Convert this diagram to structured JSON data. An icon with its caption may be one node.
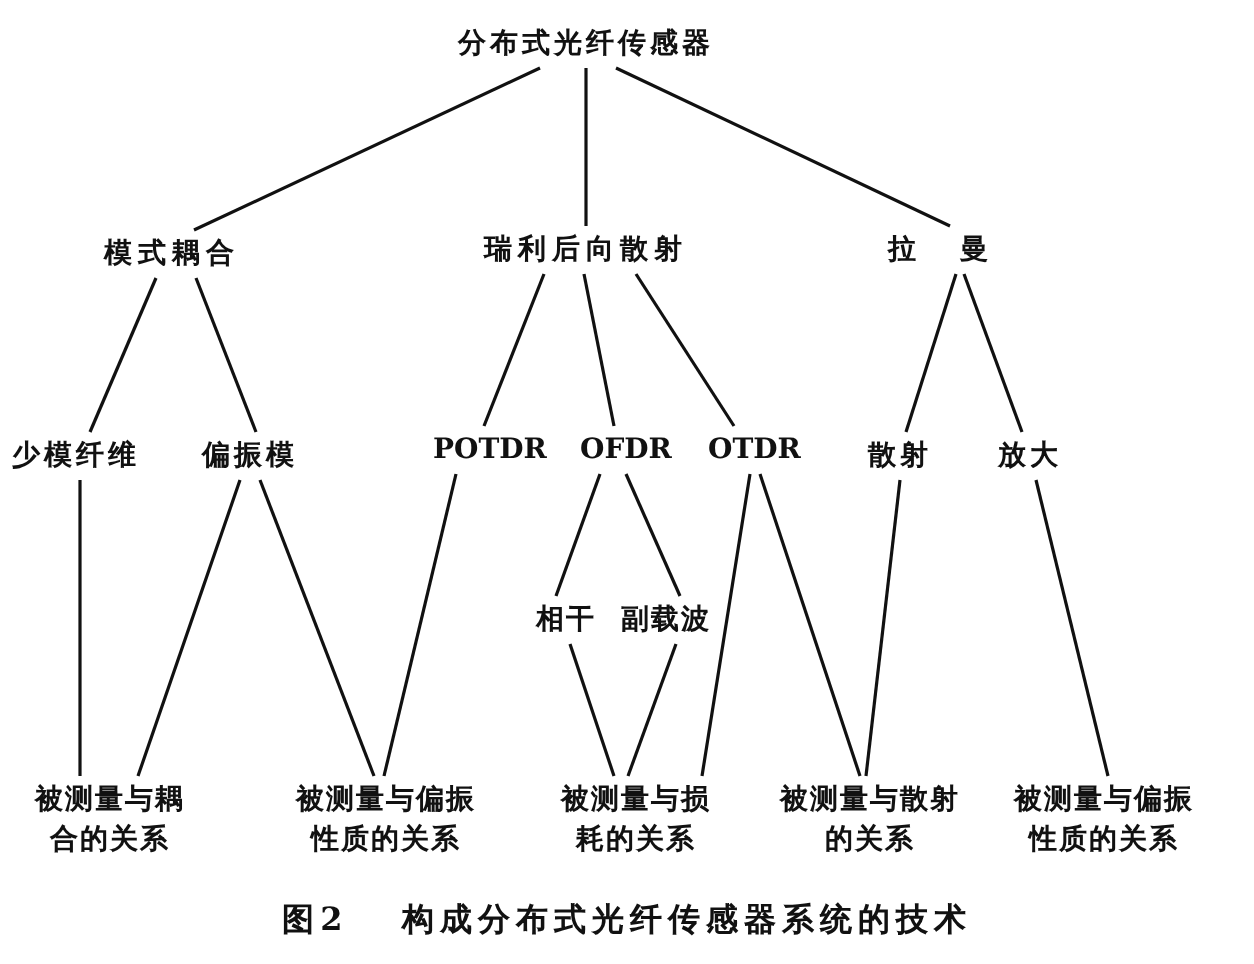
{
  "diagram": {
    "caption": "图2 构成分布式光纤传感器系统的技术",
    "nodes": [
      {
        "text": [
          "分布式光纤传感器"
        ]
      },
      {
        "text": [
          "模式耦合"
        ]
      },
      {
        "text": [
          "瑞利后向散射"
        ]
      },
      {
        "text": [
          "拉曼"
        ]
      },
      {
        "text": [
          "少模纤维"
        ]
      },
      {
        "text": [
          "偏振模"
        ]
      },
      {
        "text": [
          "POTDR"
        ]
      },
      {
        "text": [
          "OFDR"
        ]
      },
      {
        "text": [
          "OTDR"
        ]
      },
      {
        "text": [
          "散射"
        ]
      },
      {
        "text": [
          "放大"
        ]
      },
      {
        "text": [
          "相干"
        ]
      },
      {
        "text": [
          "副载波"
        ]
      },
      {
        "text": [
          "被测量与耦合的关系"
        ]
      },
      {
        "text": [
          "被测量与偏振性质的关系"
        ]
      },
      {
        "text": [
          "被测量与损耗的关系"
        ]
      },
      {
        "text": [
          "被测量与散射的关系"
        ]
      },
      {
        "text": [
          "被测量与偏振性质的关系"
        ]
      }
    ],
    "edges": [
      {
        "from": 0,
        "to": 1,
        "arrow": "none"
      },
      {
        "from": 0,
        "to": 2,
        "arrow": "none"
      },
      {
        "from": 0,
        "to": 3,
        "arrow": "none"
      },
      {
        "from": 1,
        "to": 4,
        "arrow": "none"
      },
      {
        "from": 1,
        "to": 5,
        "arrow": "none"
      },
      {
        "from": 2,
        "to": 6,
        "arrow": "none"
      },
      {
        "from": 2,
        "to": 7,
        "arrow": "none"
      },
      {
        "from": 2,
        "to": 8,
        "arrow": "none"
      },
      {
        "from": 3,
        "to": 9,
        "arrow": "none"
      },
      {
        "from": 3,
        "to": 10,
        "arrow": "none"
      },
      {
        "from": 4,
        "to": 13,
        "arrow": "none"
      },
      {
        "from": 5,
        "to": 13,
        "arrow": "none"
      },
      {
        "from": 5,
        "to": 14,
        "arrow": "none"
      },
      {
        "from": 6,
        "to": 14,
        "arrow": "none"
      },
      {
        "from": 7,
        "to": 11,
        "arrow": "none"
      },
      {
        "from": 7,
        "to": 12,
        "arrow": "none"
      },
      {
        "from": 11,
        "to": 15,
        "arrow": "none"
      },
      {
        "from": 12,
        "to": 15,
        "arrow": "none"
      },
      {
        "from": 8,
        "to": 15,
        "arrow": "none"
      },
      {
        "from": 8,
        "to": 16,
        "arrow": "none"
      },
      {
        "from": 9,
        "to": 16,
        "arrow": "none"
      },
      {
        "from": 10,
        "to": 17,
        "arrow": "none"
      }
    ]
  }
}
